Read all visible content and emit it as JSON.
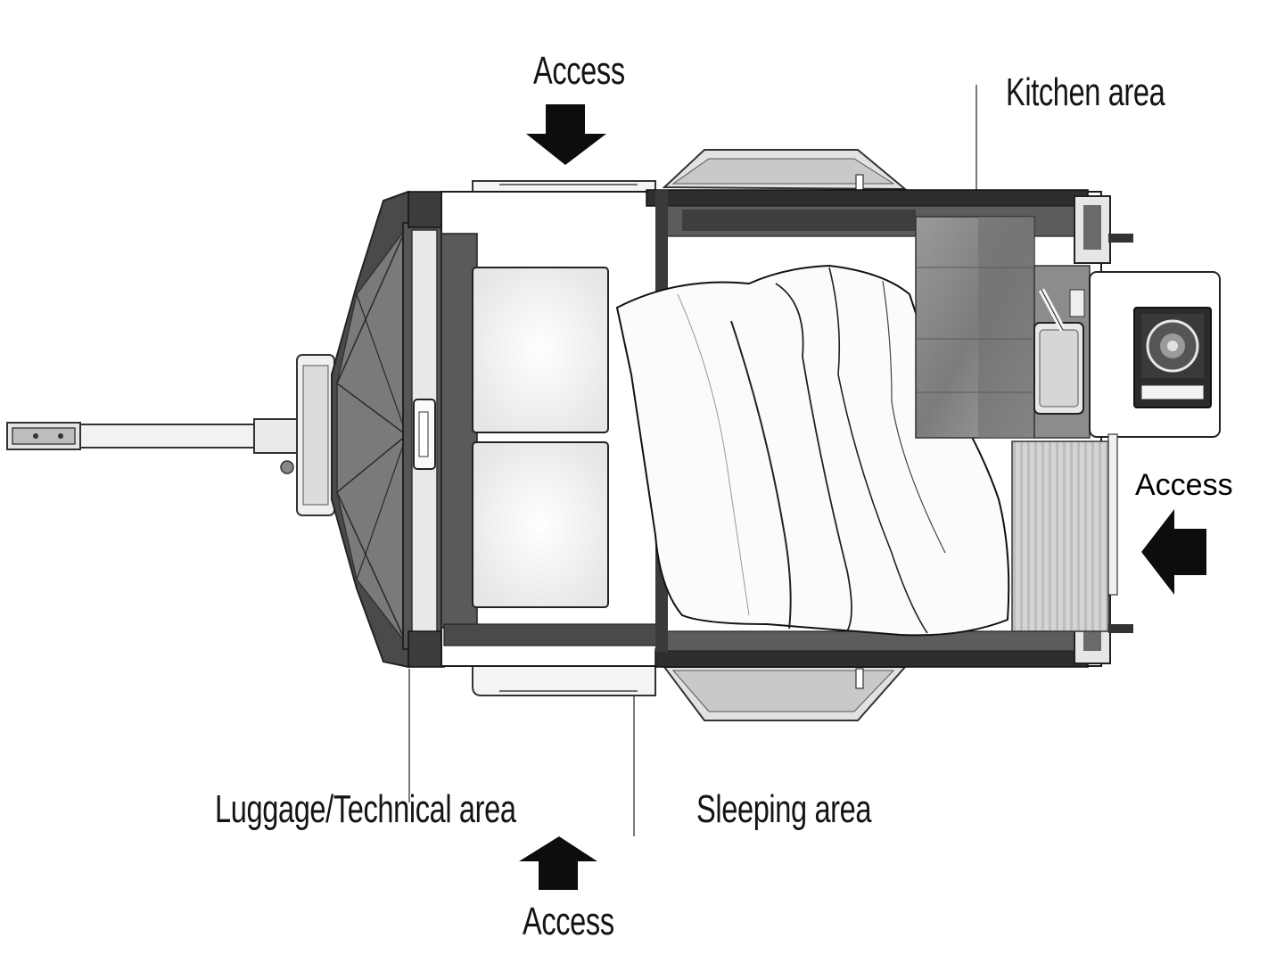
{
  "labels": {
    "access_top": "Access",
    "kitchen": "Kitchen area",
    "access_right": "Access",
    "luggage": "Luggage/Technical area",
    "sleeping": "Sleeping area",
    "access_bottom": "Access"
  },
  "colors": {
    "frame_dark": "#3a3a3a",
    "frame_mid": "#6e6e6e",
    "shell_light": "#d8d8d8",
    "counter_wood": "#8a8a8a",
    "arrow": "#0d0d0d"
  },
  "icons": {
    "arrow_top": "arrow-down-icon",
    "arrow_right": "arrow-left-icon",
    "arrow_bottom": "arrow-up-icon"
  }
}
